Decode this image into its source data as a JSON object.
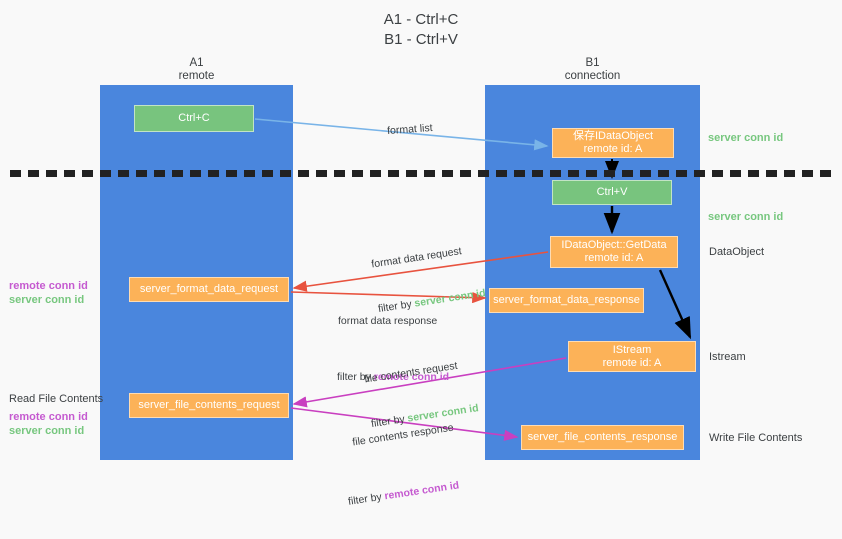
{
  "title": "A1 - Ctrl+C\nB1 - Ctrl+V",
  "lanes": {
    "a": {
      "name": "A1",
      "sub": "remote",
      "label": "A1\nremote"
    },
    "b": {
      "name": "B1",
      "sub": "connection",
      "label": "B1\nconnection"
    }
  },
  "nodes": {
    "ctrl_c": "Ctrl+C",
    "save_dataobject": "保存IDataObject\nremote id: A",
    "ctrl_v": "Ctrl+V",
    "getdata": "IDataObject::GetData\nremote id: A",
    "format_data_request": "server_format_data_request",
    "format_data_response": "server_format_data_response",
    "istream": "IStream\nremote id: A",
    "file_contents_request": "server_file_contents_request",
    "file_contents_response": "server_file_contents_response"
  },
  "side_labels": {
    "server_conn_id_top": "server conn id",
    "server_conn_id_mid": "server conn id",
    "dataobject": "DataObject",
    "istream": "Istream",
    "write_file_contents": "Write File Contents",
    "read_file_contents": "Read File Contents",
    "remote_conn_id": "remote conn id",
    "server_conn_id": "server conn id"
  },
  "arrow_captions": {
    "format_list": "format list",
    "format_data_request": {
      "line1": "format data request",
      "filter_prefix": "filter by ",
      "filter_key": "server conn id"
    },
    "format_data_response": {
      "line1": "format data response",
      "filter_prefix": "filter by ",
      "filter_key": "remote conn id"
    },
    "file_contents_request": {
      "line1": "file contents request",
      "filter_prefix": "filter by ",
      "filter_key": "server conn id"
    },
    "file_contents_response": {
      "line1": "file contents response",
      "filter_prefix": "filter by ",
      "filter_key": "remote conn id"
    }
  },
  "colors": {
    "lane": "#4a86dd",
    "green_box": "#78c47e",
    "orange_box": "#fcb258",
    "green_text": "#77c77f",
    "purple_text": "#c55ad0",
    "blue_arrow": "#79b4e8",
    "red_arrow": "#e8533f",
    "magenta_arrow": "#c93fc0",
    "black_arrow": "#000000",
    "background": "#f9f9f9"
  }
}
